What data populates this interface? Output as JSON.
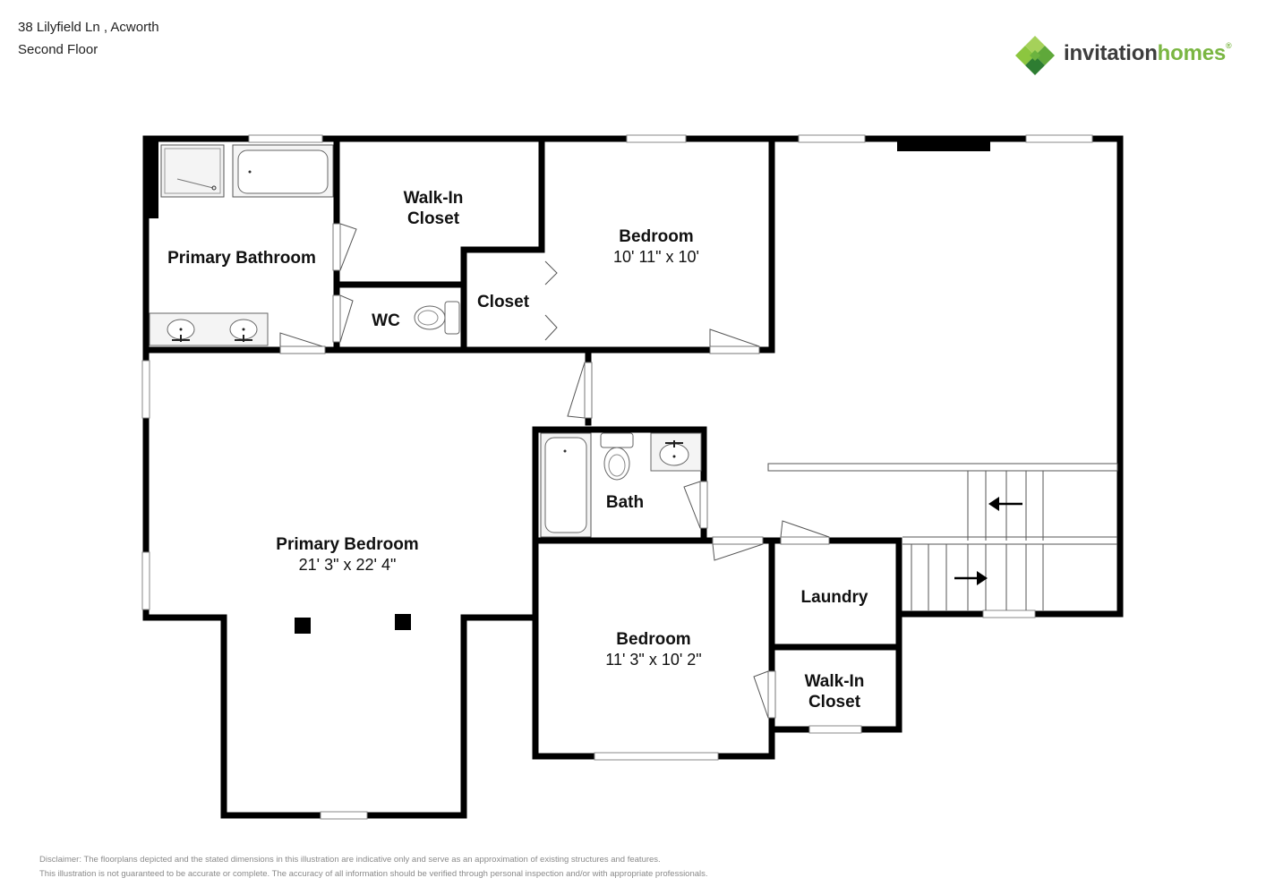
{
  "header": {
    "address": "38 Lilyfield Ln , Acworth",
    "floor": "Second Floor"
  },
  "logo": {
    "text_part1": "invitation",
    "text_part2": "homes",
    "trademark": "®",
    "colors": {
      "green_light": "#8cc63f",
      "green_mid": "#5fa83a",
      "green_dark": "#2e7d32",
      "text_dark": "#3d3d3d",
      "text_green": "#7ab642"
    }
  },
  "rooms": {
    "primary_bathroom": {
      "name": "Primary Bathroom"
    },
    "walkin_closet_top": {
      "name1": "Walk-In",
      "name2": "Closet"
    },
    "bedroom_top": {
      "name": "Bedroom",
      "dims": "10' 11\" x 10'"
    },
    "wc": {
      "name": "WC"
    },
    "closet": {
      "name": "Closet"
    },
    "primary_bedroom": {
      "name": "Primary Bedroom",
      "dims": "21' 3\" x 22' 4\""
    },
    "bath": {
      "name": "Bath"
    },
    "bedroom_bottom": {
      "name": "Bedroom",
      "dims": "11' 3\" x 10' 2\""
    },
    "laundry": {
      "name": "Laundry"
    },
    "walkin_closet_bottom": {
      "name1": "Walk-In",
      "name2": "Closet"
    }
  },
  "icons": [
    "shower-icon",
    "bathtub-icon",
    "sink-icon",
    "toilet-icon",
    "stair-arrow-left-icon",
    "stair-arrow-right-icon"
  ],
  "disclaimer": {
    "line1": "Disclaimer: The floorplans depicted and the stated dimensions in this illustration are indicative only and serve as an approximation of existing structures and features.",
    "line2": "This illustration is not guaranteed to be accurate or complete. The accuracy of all information should be verified through personal inspection and/or with appropriate professionals."
  }
}
